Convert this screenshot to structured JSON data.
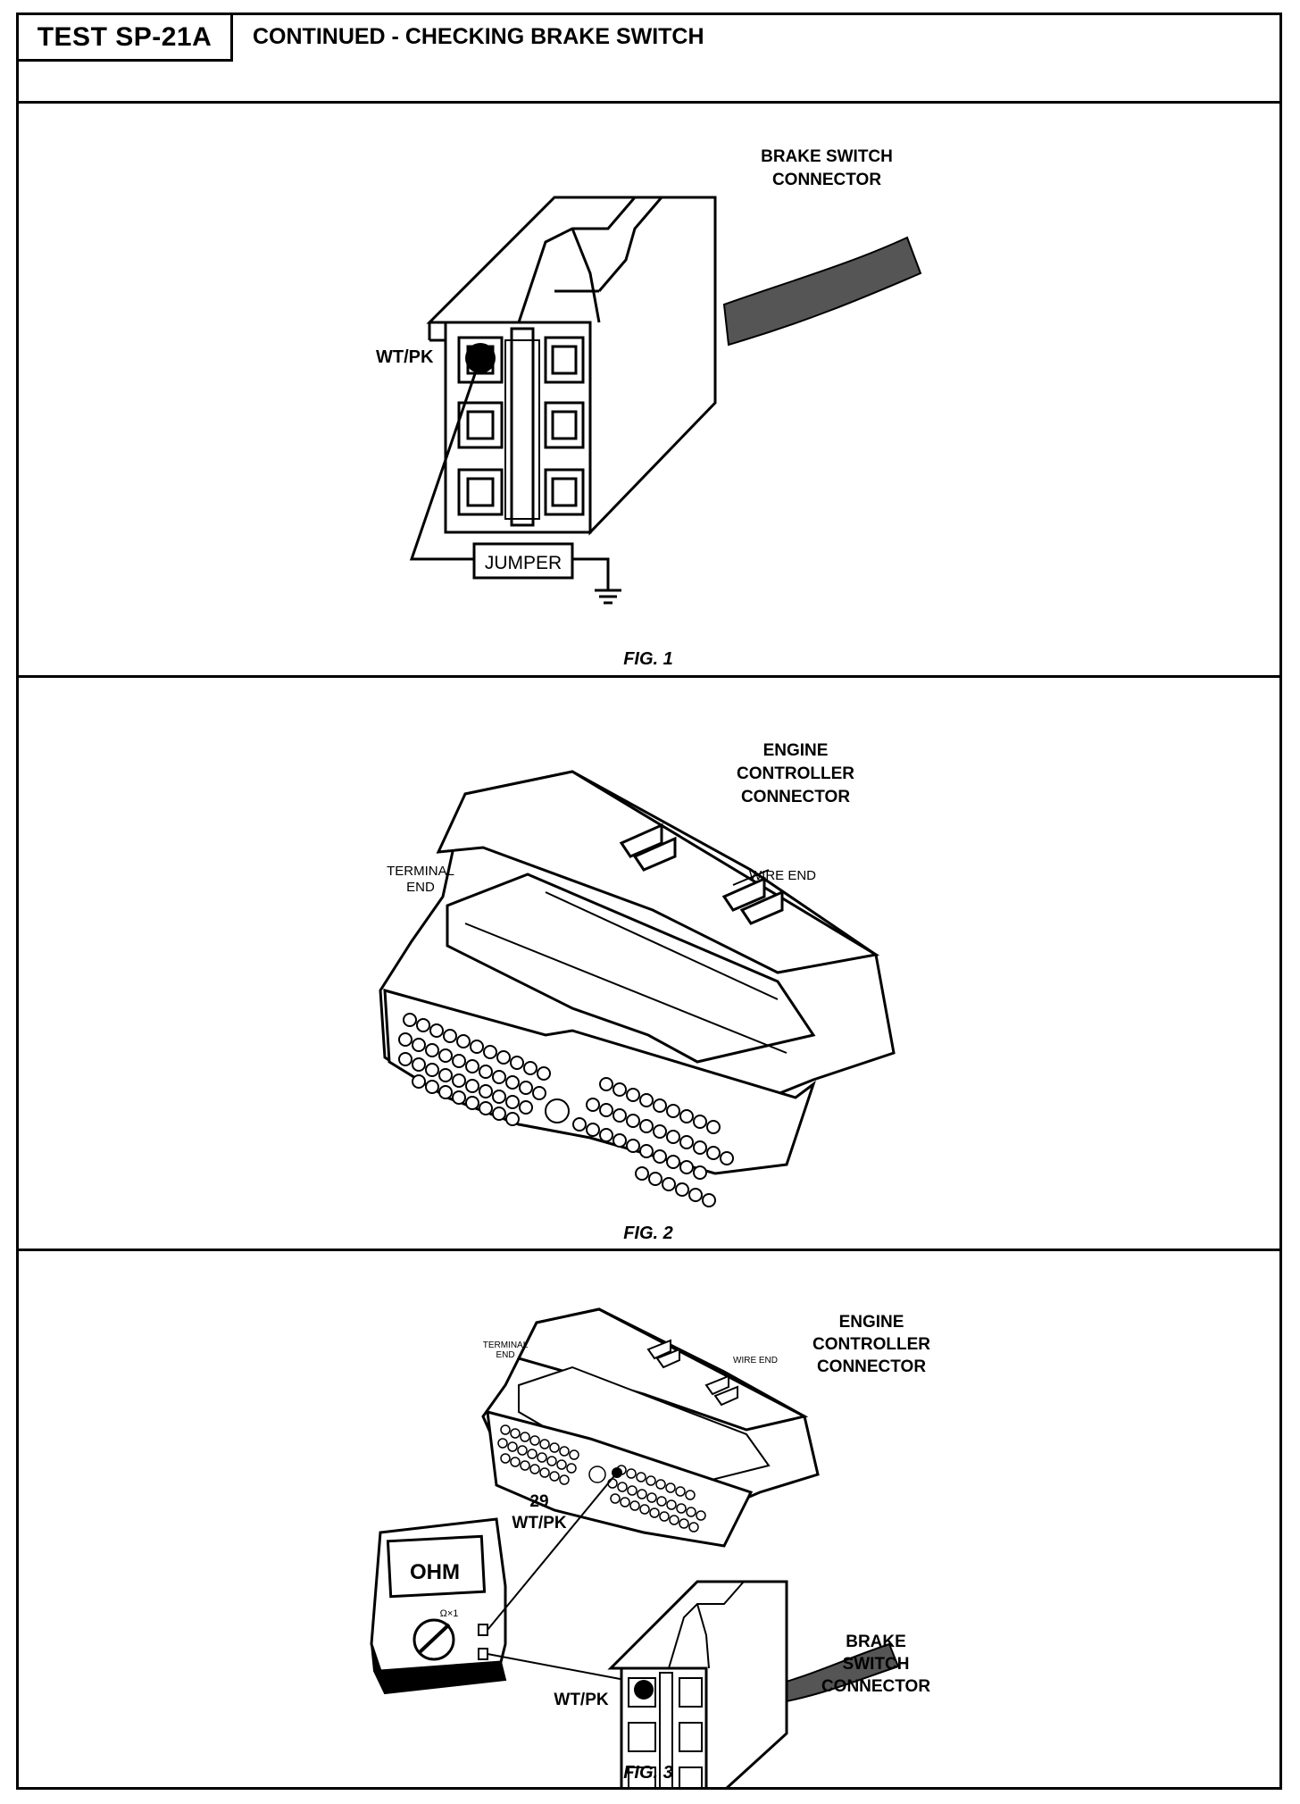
{
  "header": {
    "test_id": "TEST SP-21A",
    "title": "CONTINUED - CHECKING BRAKE SWITCH"
  },
  "fig1": {
    "caption": "FIG. 1",
    "connector_label_line1": "BRAKE SWITCH",
    "connector_label_line2": "CONNECTOR",
    "wire_label": "WT/PK",
    "jumper_label": "JUMPER"
  },
  "fig2": {
    "caption": "FIG. 2",
    "connector_label_line1": "ENGINE",
    "connector_label_line2": "CONTROLLER",
    "connector_label_line3": "CONNECTOR",
    "terminal_end_line1": "TERMINAL",
    "terminal_end_line2": "END",
    "wire_end": "WIRE END"
  },
  "fig3": {
    "caption": "FIG. 3",
    "ecc_label_line1": "ENGINE",
    "ecc_label_line2": "CONTROLLER",
    "ecc_label_line3": "CONNECTOR",
    "terminal_end_line1": "TERMINAL",
    "terminal_end_line2": "END",
    "wire_end": "WIRE END",
    "pin_number": "29",
    "pin_wire": "WT/PK",
    "meter_display": "OHM",
    "meter_range": "Ω×1",
    "bs_wire_label": "WT/PK",
    "bs_label_line1": "BRAKE",
    "bs_label_line2": "SWITCH",
    "bs_label_line3": "CONNECTOR"
  }
}
